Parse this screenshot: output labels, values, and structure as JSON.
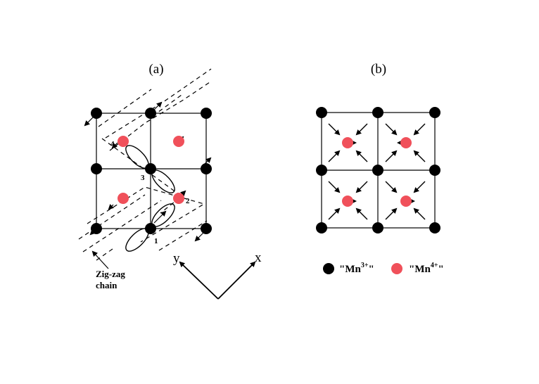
{
  "panel_a": {
    "label": "(a)",
    "site_numbers": [
      "1",
      "2",
      "3",
      "4"
    ],
    "chain_label_line1": "Zig-zag",
    "chain_label_line2": "chain"
  },
  "panel_b": {
    "label": "(b)"
  },
  "axes": {
    "y_label": "y",
    "x_label": "x"
  },
  "legend": {
    "mn3_base": "\"Mn",
    "mn3_sup": "3+",
    "mn3_close": "\"",
    "mn4_base": "\"Mn",
    "mn4_sup": "4+",
    "mn4_close": "\""
  },
  "colors": {
    "mn3": "#000000",
    "mn4": "#f0505a",
    "lines": "#000000"
  }
}
